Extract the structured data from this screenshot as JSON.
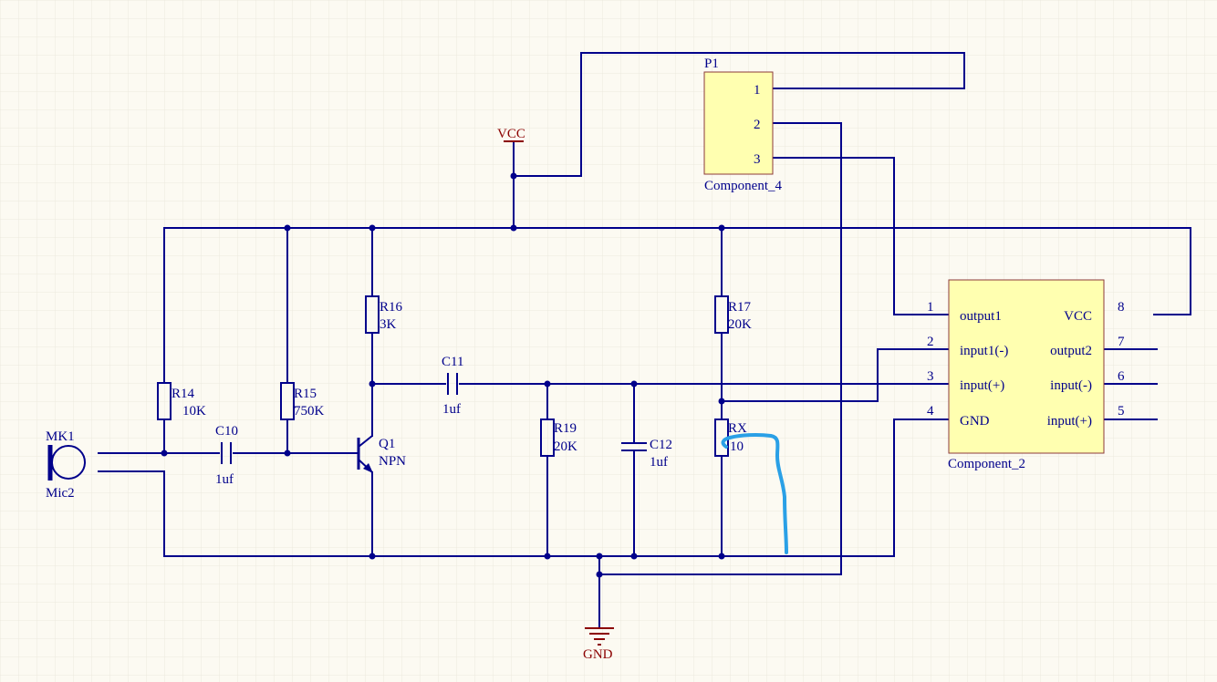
{
  "colors": {
    "background": "#fcfaf2",
    "grid": "#ece9de",
    "wire": "#00008b",
    "component_fill": "#ffffb0",
    "component_border": "#8b3a3a",
    "power_label": "#8b0000",
    "annotation": "#2aa0e6"
  },
  "power": {
    "vcc": "VCC",
    "gnd": "GND"
  },
  "resistors": [
    {
      "ref": "R14",
      "value": "10K"
    },
    {
      "ref": "R15",
      "value": "750K"
    },
    {
      "ref": "R16",
      "value": "3K"
    },
    {
      "ref": "R17",
      "value": "20K"
    },
    {
      "ref": "R19",
      "value": "20K"
    },
    {
      "ref": "RX",
      "value": "10"
    }
  ],
  "capacitors": [
    {
      "ref": "C10",
      "value": "1uf"
    },
    {
      "ref": "C11",
      "value": "1uf"
    },
    {
      "ref": "C12",
      "value": "1uf"
    }
  ],
  "transistor": {
    "ref": "Q1",
    "type": "NPN"
  },
  "microphone": {
    "ref": "MK1",
    "name": "Mic2"
  },
  "connector": {
    "ref": "P1",
    "name": "Component_4",
    "pins": [
      "1",
      "2",
      "3"
    ]
  },
  "ic": {
    "name": "Component_2",
    "left_pins": [
      {
        "num": "1",
        "label": "output1"
      },
      {
        "num": "2",
        "label": "input1(-)"
      },
      {
        "num": "3",
        "label": "input(+)"
      },
      {
        "num": "4",
        "label": "GND"
      }
    ],
    "right_pins": [
      {
        "num": "8",
        "label": "VCC"
      },
      {
        "num": "7",
        "label": "output2"
      },
      {
        "num": "6",
        "label": "input(-)"
      },
      {
        "num": "5",
        "label": "input(+)"
      }
    ]
  }
}
